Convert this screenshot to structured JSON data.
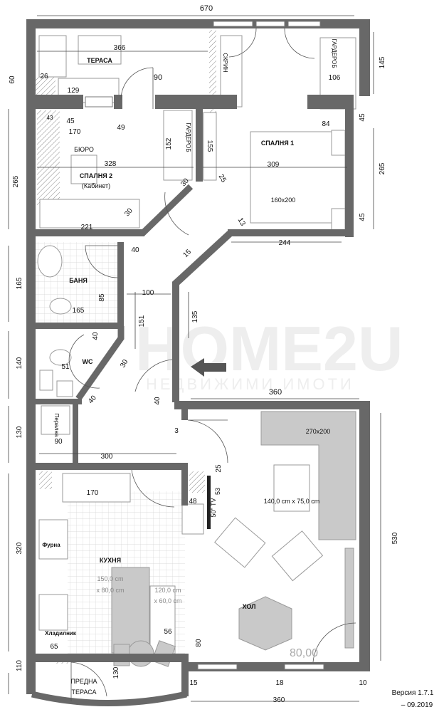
{
  "plan": {
    "watermark": {
      "logo": "HOME2U",
      "tagline": "НЕДВИЖИМИ ИМОТИ"
    },
    "labels": [
      "670",
      "366",
      "ТЕРАСА",
      "26",
      "129",
      "90",
      "СКРИН",
      "ГАРДЕРОБ",
      "106",
      "145",
      "60",
      "43",
      "45",
      "170",
      "49",
      "БЮРО",
      "152",
      "ГАРДЕРОБ",
      "155",
      "328",
      "СПАЛНЯ 2",
      "(Кабинет)",
      "265",
      "30",
      "25",
      "СПАЛНЯ 1",
      "309",
      "160x200",
      "84",
      "45",
      "265",
      "45",
      "30",
      "221",
      "13",
      "244",
      "40",
      "15",
      "165",
      "БАНЯ",
      "85",
      "165",
      "100",
      "151",
      "135",
      "140",
      "40",
      "WC",
      "30",
      "51",
      "360",
      "40",
      "40",
      "130",
      "Перална",
      "90",
      "3",
      "300",
      "270x200",
      "25",
      "170",
      "48",
      "53",
      "50\" TV",
      "140,0 cm x 75,0 cm",
      "Фурна",
      "КУХНЯ",
      "320",
      "530",
      "150,0 cm",
      "x 80,0 cm",
      "120,0 cm",
      "x 60,0 cm",
      "ХОЛ",
      "Хладилник",
      "56",
      "80",
      "80,00",
      "65",
      "110",
      "130",
      "ПРЕДНА",
      "ТЕРАСА",
      "15",
      "18",
      "10",
      "360",
      "Версия 1.7.1",
      "– 09.2019"
    ],
    "colors": {
      "wall": "#686868",
      "furniture": "#c9c9c9",
      "background": "#ffffff"
    }
  }
}
